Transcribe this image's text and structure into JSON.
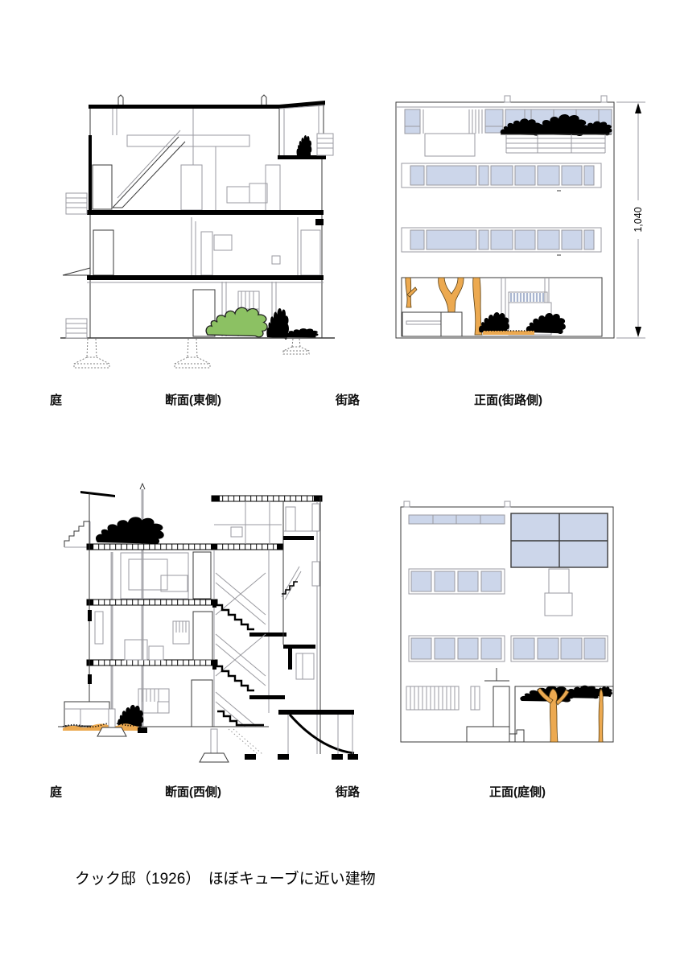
{
  "colors": {
    "line_dark": "#3a3a3a",
    "line_gray": "#9a9aa0",
    "ink": "#000000",
    "window_blue": "#ccd6ea",
    "slat_blue": "#aab6d0",
    "plant_green": "#8cc163",
    "trunk_orange": "#eca950",
    "trunk_edge": "#5a4014",
    "dash_gray": "#7d7d7d"
  },
  "labels": {
    "row1": {
      "garden": "庭",
      "section": "断面(東側)",
      "street": "街路",
      "elevation": "正面(街路側)"
    },
    "row2": {
      "garden": "庭",
      "section": "断面(西側)",
      "street": "街路",
      "elevation": "正面(庭側)"
    },
    "dimension": "1,040",
    "caption": "クック邸（1926）　ほぼキューブに近い建物"
  }
}
